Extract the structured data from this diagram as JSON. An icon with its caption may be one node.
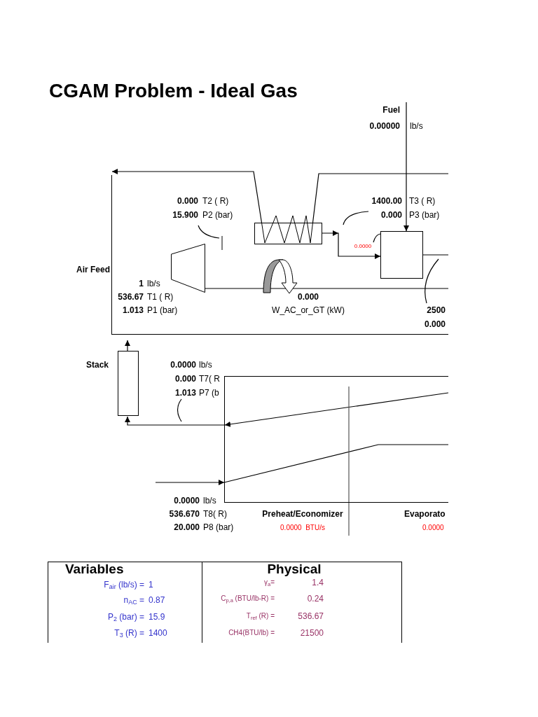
{
  "diagram": {
    "title": "CGAM Problem - Ideal Gas",
    "nodes": [
      {
        "text": [],
        "shape": "trapezoid"
      },
      {
        "text": [],
        "shape": "box"
      },
      {
        "text": [],
        "shape": "box"
      },
      {
        "text": [],
        "shape": "box",
        "beside": [
          "Stack"
        ]
      },
      {
        "text": [],
        "shape": "box"
      },
      {
        "text": [
          "0.000",
          "T2 ( R)",
          "15.900",
          "P2 (bar)"
        ]
      },
      {
        "text": [
          "1400.00",
          "T3 ( R)",
          "0.000",
          "P3 (bar)"
        ]
      },
      {
        "text": [
          "0.0000"
        ]
      },
      {
        "text": [
          "2500",
          "0.000"
        ]
      },
      {
        "text": [
          "0.0000",
          "lb/s",
          "0.000",
          "T7( R",
          "1.013",
          "P7 (b"
        ]
      }
    ],
    "edges": [
      {
        "from": null,
        "to": 1,
        "arrow": "none"
      },
      {
        "from": 1,
        "to": null,
        "arrow": "to"
      },
      {
        "from": null,
        "to": 2,
        "arrow": "to"
      },
      {
        "from": 1,
        "to": 2,
        "arrow": "to"
      },
      {
        "from": 2,
        "to": null,
        "arrow": "none"
      },
      {
        "from": 0,
        "to": null,
        "arrow": "none"
      },
      {
        "from": 4,
        "to": 3,
        "arrow": "to"
      },
      {
        "from": 3,
        "to": null,
        "arrow": "to"
      },
      {
        "from": null,
        "to": 4,
        "arrow": "to"
      },
      {
        "from": 5,
        "to": null,
        "arrow": "none"
      },
      {
        "from": 6,
        "to": null,
        "arrow": "none"
      },
      {
        "from": 7,
        "to": 2,
        "arrow": "none"
      },
      {
        "from": 8,
        "to": null,
        "arrow": "none"
      },
      {
        "from": 9,
        "to": null,
        "arrow": "none"
      }
    ],
    "labels": [
      "Fuel",
      "0.00000",
      "lb/s",
      "Air Feed",
      "1",
      "lb/s",
      "536.67",
      "T1 ( R)",
      "1.013",
      "P1 (bar)",
      "0.000",
      "W_AC_or_GT (kW)",
      "0.0000",
      "lb/s",
      "536.670",
      "T8( R)",
      "20.000",
      "P8 (bar)",
      "Preheat/Economizer",
      "0.0000  BTU/s",
      "Evaporato",
      "0.0000",
      "Variables",
      "Physical",
      "F$_{air}$ (lb/s) =",
      "1",
      "γ$_{a}$=",
      "1.4",
      "n$_{AC}$ =",
      "0.87",
      "C$_{p,a}$ (BTU/lb-R) =",
      "0.24",
      "P$_{2}$ (bar) =",
      "15.9",
      "T$_{ref}$ (R) =",
      "536.67",
      "T$_{3}$ (R) =",
      "1400",
      "CH4(BTU/lb) =",
      "21500"
    ]
  }
}
